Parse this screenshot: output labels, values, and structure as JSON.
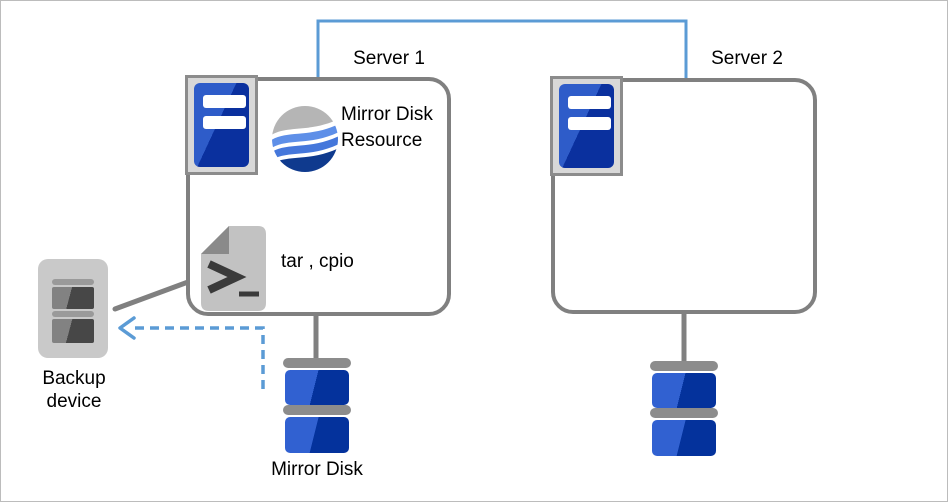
{
  "labels": {
    "server1": "Server 1",
    "server2": "Server 2",
    "mirror_disk_resource": "Mirror Disk Resource",
    "tar_cpio": "tar , cpio",
    "backup_device": "Backup device",
    "mirror_disk": "Mirror Disk"
  },
  "icons": {
    "server": "server-icon",
    "mirror_disk_resource": "mirror-disk-resource-sphere-icon",
    "script_file": "script-file-icon",
    "backup_device": "backup-device-icon",
    "mirror_disk": "mirror-disk-stack-icon"
  },
  "colors": {
    "network-line": "#5B9BD5",
    "dashed-arrow": "#5B9BD5",
    "box-border": "#808080",
    "connector-gray": "#808080",
    "icon-blue-light": "#2E5CC9",
    "icon-blue-dark": "#0A309E",
    "disk-light": "#3161D1",
    "disk-dark": "#04329C",
    "sphere-gray": "#B5B5B5",
    "sphere-blue1": "#5E8FE8",
    "sphere-blue2": "#4577DB",
    "sphere-navy": "#0F3A8E",
    "script-gray": "#C2C2C2",
    "script-fold": "#8A8A8A",
    "script-glyph": "#3A3A3A"
  }
}
